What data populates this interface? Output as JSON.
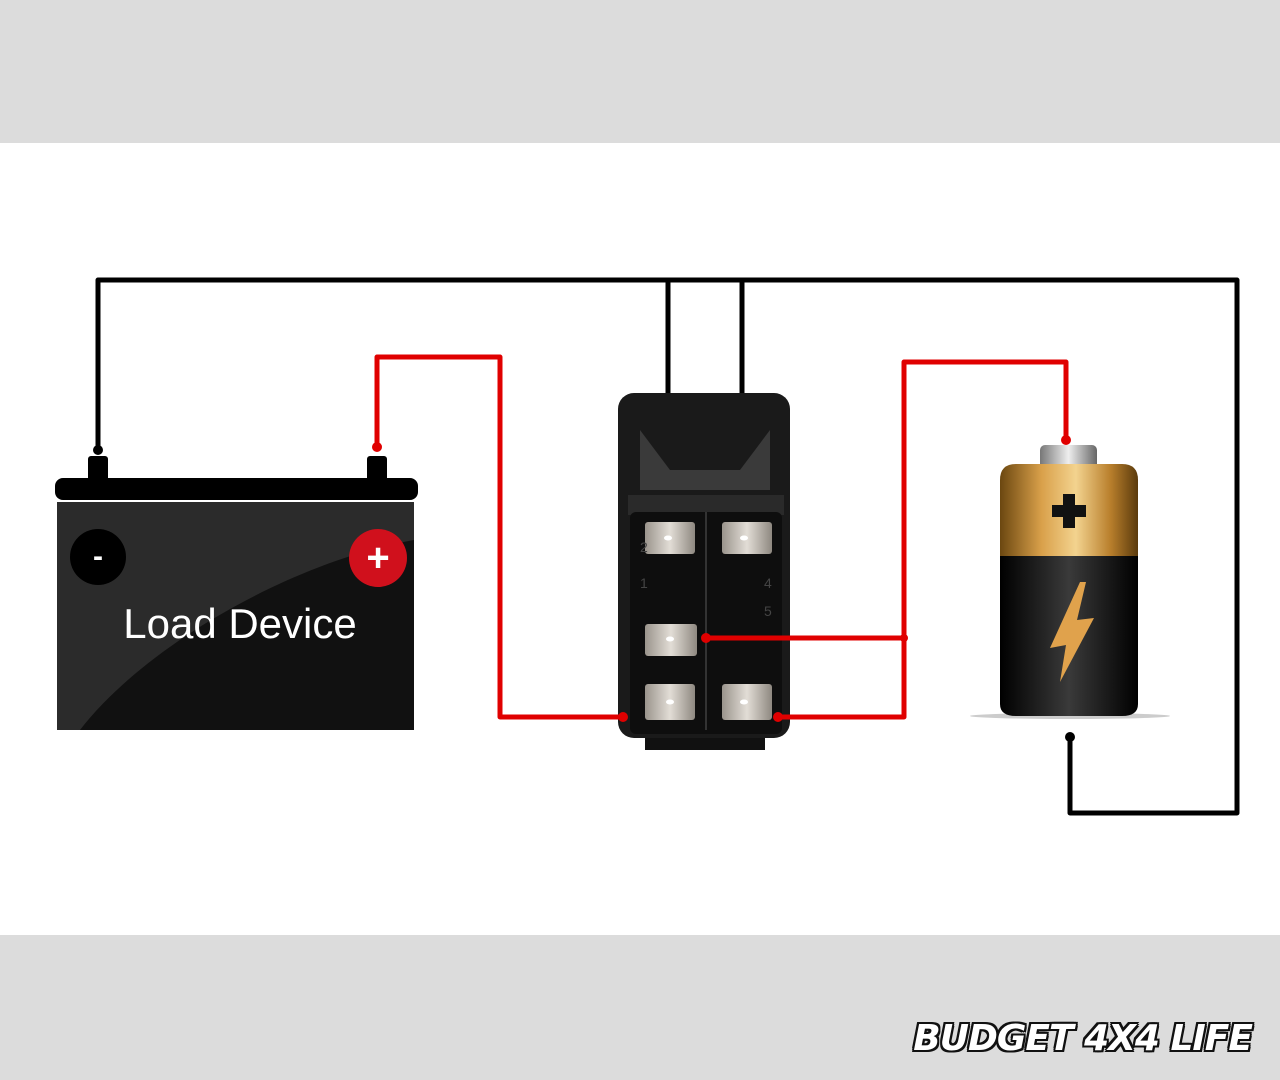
{
  "load_device": {
    "label": "Load Device",
    "minus_symbol": "-",
    "plus_symbol": "+"
  },
  "switch": {
    "pin_labels": [
      "2",
      "1",
      "4",
      "5"
    ]
  },
  "logo": {
    "text": "BUDGET 4X4 LIFE"
  },
  "colors": {
    "wire_positive": "#e00000",
    "wire_negative": "#000000",
    "band": "#dcdcdc"
  }
}
